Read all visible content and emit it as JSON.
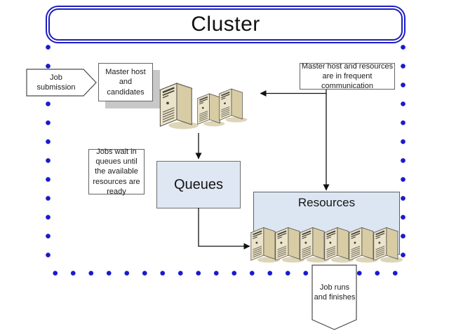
{
  "title": "Cluster",
  "shapes": {
    "job_submission": "Job\nsubmission",
    "master_host": "Master host\nand\ncandidates",
    "jobs_wait": "Jobs wait in\nqueues until\nthe available\nresources are\nready",
    "communication": "Master host and resources\nare in frequent\ncommunication",
    "queues": "Queues",
    "resources": "Resources",
    "job_runs": "Job runs\nand finishes"
  },
  "icons": {
    "server": "server-tower-icon",
    "master_server_count": 3,
    "resource_server_count": 6
  },
  "colors": {
    "title_border_blue": "#1c1cc0",
    "dotted_border_blue": "#1a1acc",
    "queues_fill": "#dfe7f3",
    "resources_fill": "#dce6f2",
    "annotation_border_gray": "#646464",
    "arrow_black": "#111111",
    "server_front": "#ece4ca",
    "server_top": "#f6f1dd",
    "server_side": "#d8cca5",
    "box_shadow_gray": "#c8c8c8"
  }
}
